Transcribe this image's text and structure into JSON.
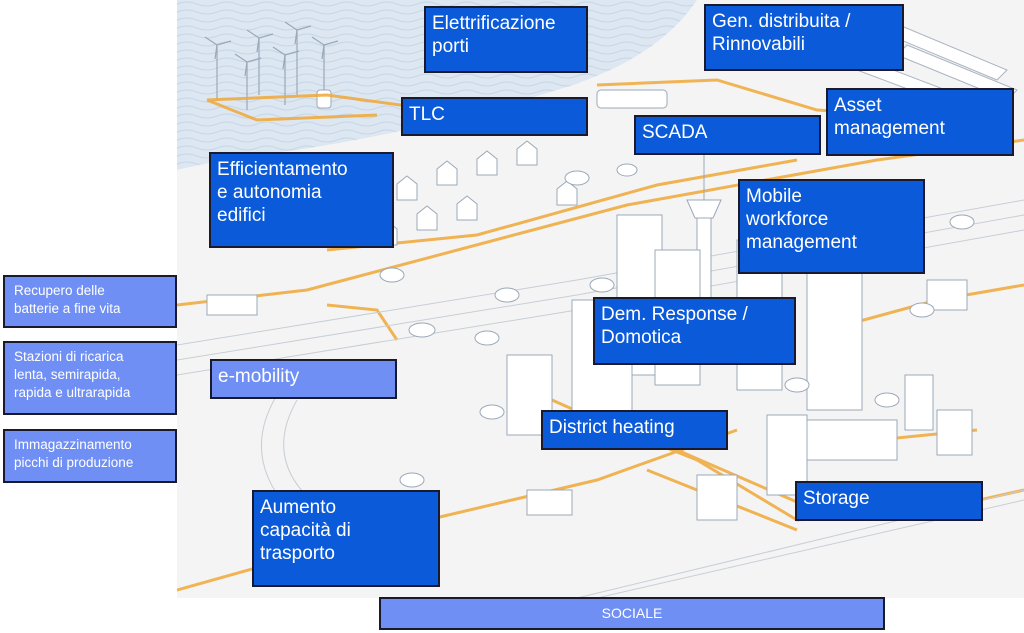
{
  "colors": {
    "label_dark_bg": "#0a5ad9",
    "label_light_bg": "#6f8ff5",
    "label_border": "#1a1a2e",
    "grid_line": "#f0a030",
    "sea": "#d7e3ef",
    "ground": "#f4f4f4"
  },
  "side_labels": [
    {
      "lines": [
        "Recupero delle",
        "batterie a fine vita"
      ]
    },
    {
      "lines": [
        "Stazioni di ricarica",
        "lenta, semirapida,",
        "rapida e ultrarapida"
      ]
    },
    {
      "lines": [
        "Immagazzinamento",
        "picchi di produzione"
      ]
    }
  ],
  "map_labels": {
    "elettrificazione_porti": [
      "Elettrificazione",
      "porti"
    ],
    "gen_distribuita": [
      "Gen. distribuita /",
      "Rinnovabili"
    ],
    "tlc": [
      "TLC"
    ],
    "scada": [
      "SCADA"
    ],
    "asset_management": [
      "Asset",
      "management"
    ],
    "efficientamento": [
      "Efficientamento",
      "e autonomia",
      "edifici"
    ],
    "mobile_workforce": [
      "Mobile",
      "workforce",
      "management"
    ],
    "dem_response": [
      "Dem. Response /",
      "Domotica"
    ],
    "e_mobility": [
      "e-mobility"
    ],
    "district_heating": [
      "District heating"
    ],
    "aumento_capacita": [
      "Aumento",
      "capacità di",
      "trasporto"
    ],
    "storage": [
      "Storage"
    ]
  },
  "footer": {
    "label": "SOCIALE"
  }
}
